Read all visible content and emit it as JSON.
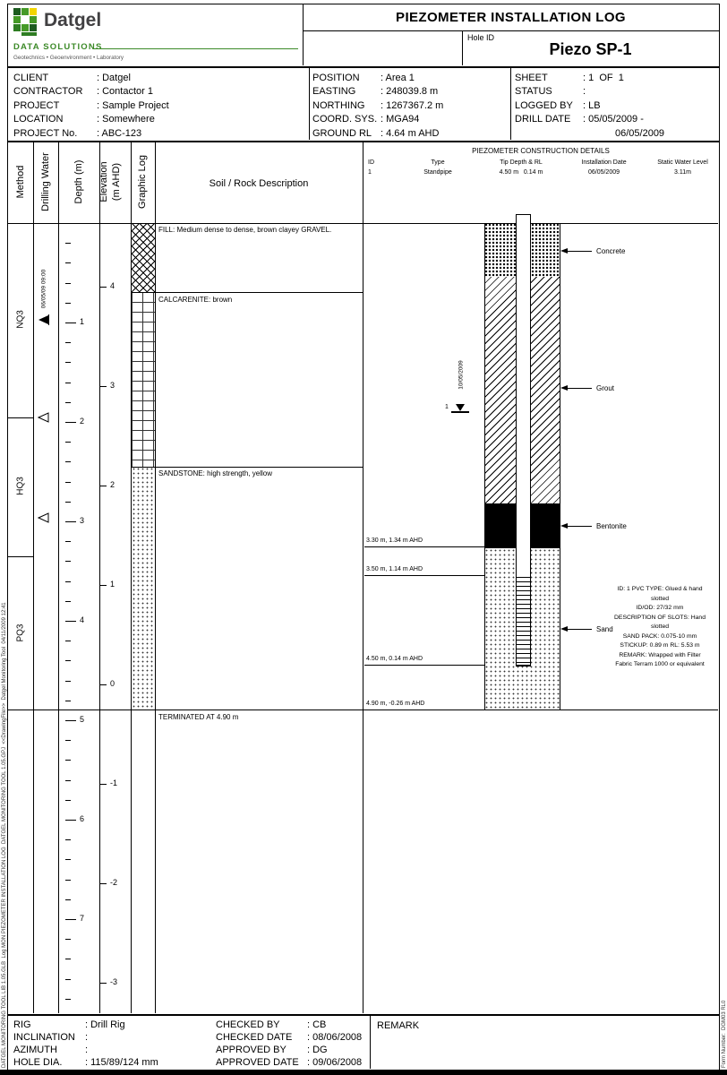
{
  "margins": {
    "left_text": "DATGEL MONITORING TOOL LIB 1.05.GLB  Log MON PIEZOMETER INSTALLATION LOG  DATGEL MONITORING TOOL 1.05.GPJ  <<DrawingFile>>  Datgel Monitoring Tool  04/11/2009 12:41",
    "right_text": "Form Number:  DGM03 RL0"
  },
  "header": {
    "title": "PIEZOMETER INSTALLATION LOG",
    "hole_id_label": "Hole ID",
    "hole_id_value": "Piezo SP-1",
    "logo": {
      "name": "Datgel",
      "division": "DATA SOLUTIONS",
      "tagline": "Geotechnics • Geoenvironment • Laboratory"
    }
  },
  "project_info": {
    "left": [
      {
        "label": "CLIENT",
        "value": ": Datgel"
      },
      {
        "label": "CONTRACTOR",
        "value": ": Contactor 1"
      },
      {
        "label": "PROJECT",
        "value": ": Sample Project"
      },
      {
        "label": "LOCATION",
        "value": ": Somewhere"
      },
      {
        "label": "PROJECT No.",
        "value": ": ABC-123"
      }
    ],
    "middle": [
      {
        "label": "POSITION",
        "value": ": Area 1"
      },
      {
        "label": "EASTING",
        "value": ": 248039.8 m"
      },
      {
        "label": "NORTHING",
        "value": ": 1267367.2 m"
      },
      {
        "label": "COORD. SYS.",
        "value": ": MGA94"
      },
      {
        "label": "GROUND RL",
        "value": ": 4.64 m AHD"
      }
    ],
    "right": [
      {
        "label": "SHEET",
        "value": ": 1  OF  1"
      },
      {
        "label": "STATUS",
        "value": ":"
      },
      {
        "label": "LOGGED BY",
        "value": ": LB"
      },
      {
        "label": "DRILL DATE",
        "value": ": 05/05/2009 -"
      },
      {
        "label": "",
        "value": "06/05/2009"
      }
    ]
  },
  "log_columns": {
    "method": "Method",
    "drilling_water": "Drilling Water",
    "depth": "Depth (m)",
    "elevation_1": "Elevation",
    "elevation_2": "(m AHD)",
    "graphic_log": "Graphic Log",
    "description": "Soil / Rock Description"
  },
  "construction_table": {
    "title": "PIEZOMETER CONSTRUCTION DETAILS",
    "headers": [
      "ID",
      "Type",
      "Tip Depth & RL",
      "Installation Date",
      "Static Water Level"
    ],
    "rows": [
      [
        "1",
        "Standpipe",
        "4.50 m   0.14 m",
        "06/05/2009",
        "3.11m"
      ]
    ]
  },
  "log": {
    "method_zones": [
      "NQ3",
      "HQ3",
      "PQ3"
    ],
    "water_obs_date": "06/05/09 09:00",
    "depth_ticks": [
      "1",
      "2",
      "3",
      "4",
      "5",
      "6",
      "7"
    ],
    "elevation_ticks": [
      "4",
      "3",
      "2",
      "1",
      "0",
      "-1",
      "-2",
      "-3"
    ],
    "strata": [
      {
        "description": "FILL: Medium dense to dense, brown clayey GRAVEL."
      },
      {
        "description": "CALCARENITE: brown"
      },
      {
        "description": "SANDSTONE: high strength, yellow"
      }
    ],
    "termination": "TERMINATED AT 4.90 m"
  },
  "construction": {
    "water_level_date": "10/05/2009",
    "water_level_id": "1",
    "depth_labels": [
      "3.30 m, 1.34 m AHD",
      "3.50 m, 1.14 m AHD",
      "4.50 m, 0.14 m AHD",
      "4.90 m, -0.26 m AHD"
    ],
    "material_labels": [
      "Concrete",
      "Grout",
      "Bentonite",
      "Sand"
    ],
    "notes": [
      "ID: 1  PVC TYPE: Glued & hand",
      "slotted",
      "ID/OD: 27/32 mm",
      "DESCRIPTION OF SLOTS: Hand",
      "slotted",
      "SAND PACK: 0.075-10 mm",
      "STICKUP: 0.89 m  RL: 5.53 m",
      "REMARK: Wrapped with Filter",
      "Fabric Terram 1000 or equivalent"
    ]
  },
  "footer": {
    "left": [
      {
        "label": "RIG",
        "value": ": Drill Rig"
      },
      {
        "label": "INCLINATION",
        "value": ":"
      },
      {
        "label": "AZIMUTH",
        "value": ":"
      },
      {
        "label": "HOLE DIA.",
        "value": ": 115/89/124 mm"
      }
    ],
    "middle": [
      {
        "label": "CHECKED BY",
        "value": ": CB"
      },
      {
        "label": "CHECKED DATE",
        "value": ": 08/06/2008"
      },
      {
        "label": "APPROVED BY",
        "value": ": DG"
      },
      {
        "label": "APPROVED DATE",
        "value": ": 09/06/2008"
      }
    ],
    "remark_label": "REMARK"
  }
}
